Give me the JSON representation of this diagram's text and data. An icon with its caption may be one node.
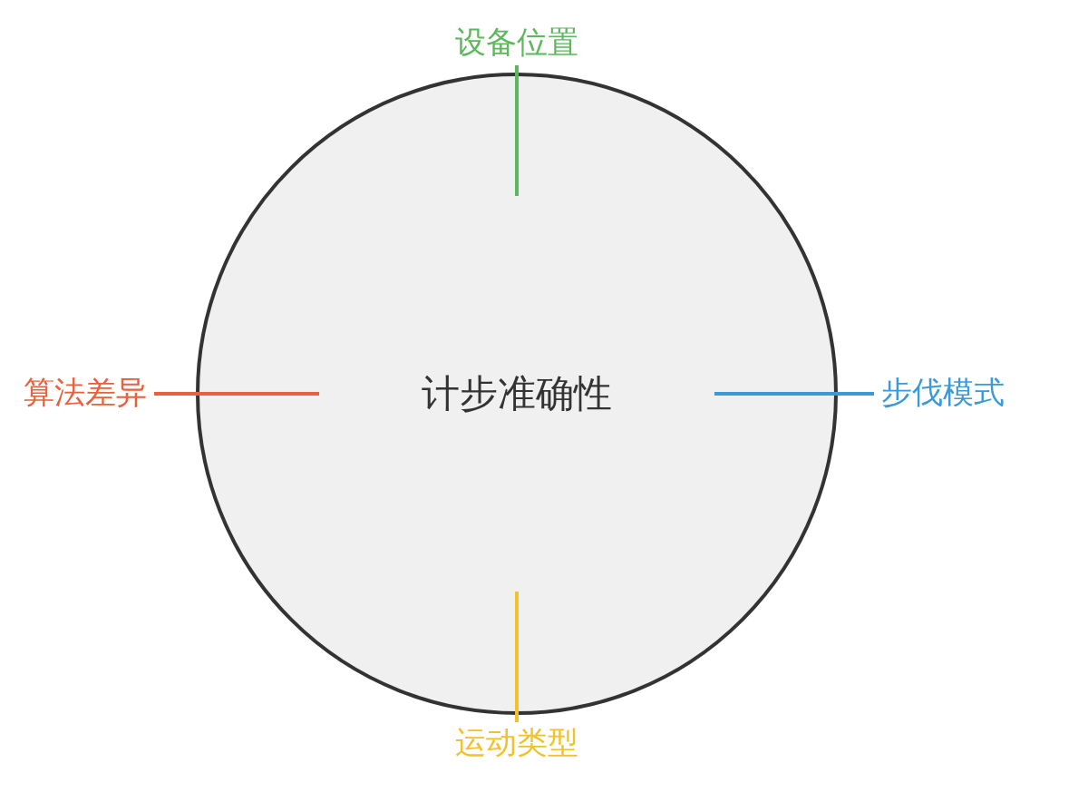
{
  "diagram": {
    "nodes": [
      {
        "text": [
          "计步准确性"
        ]
      },
      {
        "text": [
          "设备位置"
        ]
      },
      {
        "text": [
          "步伐模式"
        ]
      },
      {
        "text": [
          "运动类型"
        ]
      },
      {
        "text": [
          "算法差异"
        ]
      }
    ],
    "edges": [
      {
        "from": 1,
        "to": 0,
        "arrow": "none",
        "color": "#5cb85c"
      },
      {
        "from": 2,
        "to": 0,
        "arrow": "none",
        "color": "#3a9ad9"
      },
      {
        "from": 3,
        "to": 0,
        "arrow": "none",
        "color": "#f2c12e"
      },
      {
        "from": 4,
        "to": 0,
        "arrow": "none",
        "color": "#e8603c"
      }
    ]
  }
}
